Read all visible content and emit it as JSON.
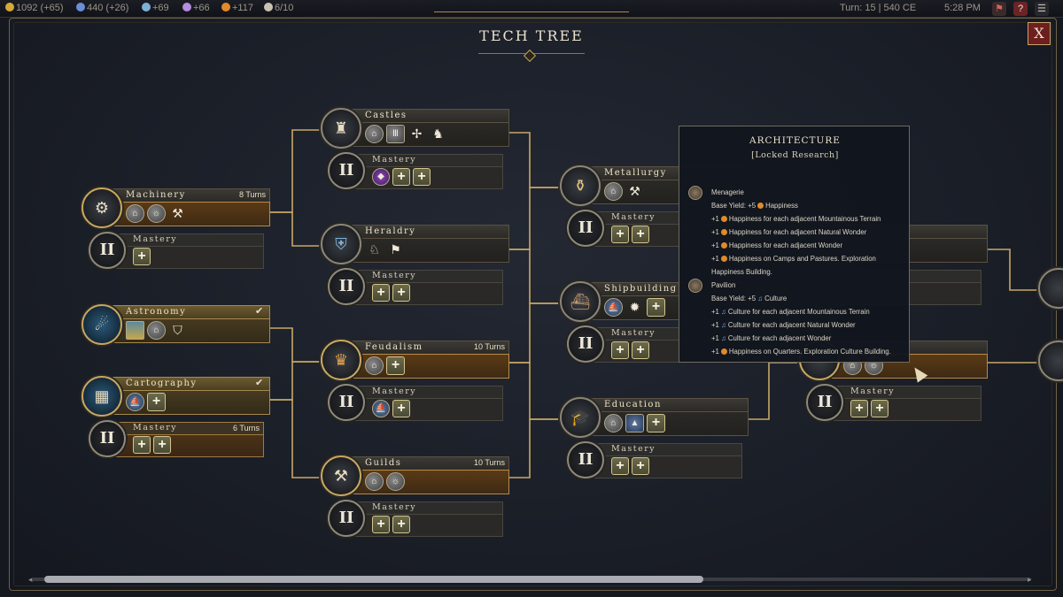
{
  "topbar": {
    "resources": [
      {
        "icon": "gold-icon",
        "text": "1092 (+65)",
        "color": "#d4a93a"
      },
      {
        "icon": "science-icon",
        "text": "440 (+26)",
        "color": "#6a8fd6"
      },
      {
        "icon": "food-icon",
        "text": "+69",
        "color": "#7fb0d8"
      },
      {
        "icon": "culture-icon",
        "text": "+66",
        "color": "#b48de0"
      },
      {
        "icon": "happiness-icon",
        "text": "+117",
        "color": "#e08a2a"
      },
      {
        "icon": "settlements-icon",
        "text": "6/10",
        "color": "#c9c2b0"
      }
    ],
    "turn": "Turn: 15 | 540 CE",
    "clock": "5:28 PM"
  },
  "title": "TECH TREE",
  "close_label": "X",
  "techs": {
    "machinery": {
      "name": "Machinery",
      "turns": "8 Turns"
    },
    "astronomy": {
      "name": "Astronomy",
      "check": "✔"
    },
    "cartography": {
      "name": "Cartography",
      "check": "✔"
    },
    "castles": {
      "name": "Castles"
    },
    "heraldry": {
      "name": "Heraldry"
    },
    "feudalism": {
      "name": "Feudalism",
      "turns": "10 Turns"
    },
    "guilds": {
      "name": "Guilds",
      "turns": "10 Turns"
    },
    "metallurgy": {
      "name": "Metallurgy"
    },
    "shipbuilding": {
      "name": "Shipbuilding"
    },
    "education": {
      "name": "Education"
    }
  },
  "mastery": {
    "label": "Mastery",
    "numeral": "II",
    "cartography_turns": "6 Turns",
    "plus": "+"
  },
  "tooltip": {
    "title": "ARCHITECTURE",
    "subtitle": "[Locked Research]",
    "lines": [
      "Menagerie",
      "Base Yield: +5",
      "Happiness",
      "+1",
      "Happiness for each adjacent Mountainous Terrain",
      "Happiness for each adjacent Natural Wonder",
      "Happiness for each adjacent Wonder",
      "Happiness on Camps and Pastures. Exploration",
      "Happiness Building.",
      "Pavilion",
      "Culture",
      "Culture for each adjacent Mountainous Terrain",
      "Culture for each adjacent Natural Wonder",
      "Culture for each adjacent Wonder",
      "Happiness on Quarters. Exploration Culture Building."
    ]
  }
}
